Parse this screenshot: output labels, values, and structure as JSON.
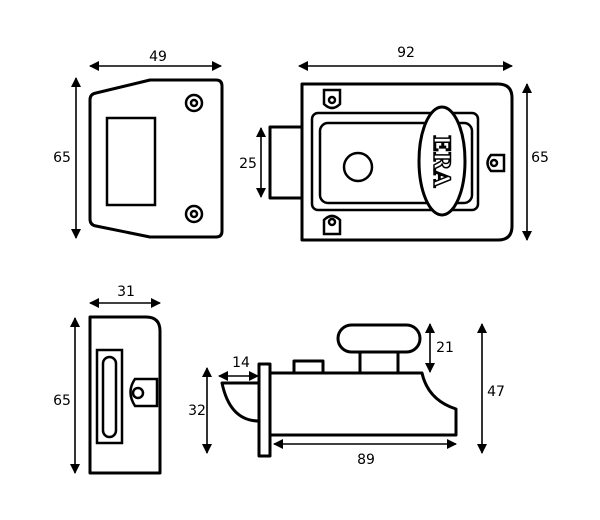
{
  "title": "ERA nightlatch dimension drawing",
  "logo_text": "ERA",
  "dimensions": {
    "front_keep_width": "49",
    "front_keep_height": "65",
    "front_case_width": "92",
    "front_case_height": "65",
    "cylinder_height": "25",
    "side_keep_width": "31",
    "side_keep_height": "65",
    "bolt_projection": "14",
    "bolt_height": "32",
    "knob_height": "21",
    "case_depth_total": "47",
    "case_length": "89"
  }
}
